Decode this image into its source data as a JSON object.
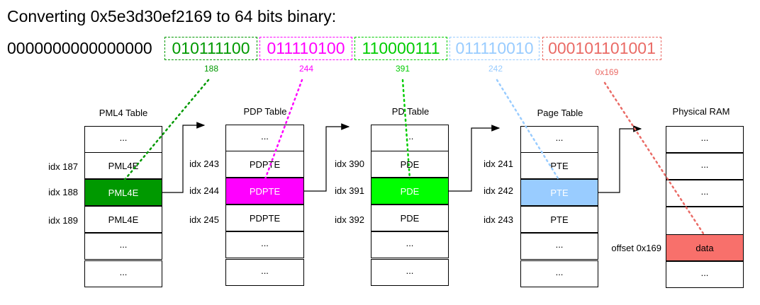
{
  "title": "Converting 0x5e3d30ef2169 to 64 bits binary:",
  "binary": {
    "prefix": "0000000000000000",
    "segments": [
      {
        "bits": "010111100",
        "value": "188",
        "color": "#009900"
      },
      {
        "bits": "011110100",
        "value": "244",
        "color": "#ff00ff"
      },
      {
        "bits": "110000111",
        "value": "391",
        "color": "#00cc00"
      },
      {
        "bits": "011110010",
        "value": "242",
        "color": "#99ccff"
      },
      {
        "bits": "000101101001",
        "value": "0x169",
        "color": "#ea6b66"
      }
    ]
  },
  "tables": [
    {
      "title": "PML4 Table",
      "highlight_color": "#009900",
      "highlight_text_color": "#ffffff",
      "cells": [
        "...",
        "PML4E",
        "PML4E",
        "PML4E",
        "...",
        "..."
      ],
      "labels": [
        "idx 187",
        "idx 188",
        "idx 189"
      ]
    },
    {
      "title": "PDP Table",
      "highlight_color": "#ff00ff",
      "highlight_text_color": "#ffffff",
      "cells": [
        "...",
        "PDPTE",
        "PDPTE",
        "PDPTE",
        "...",
        "..."
      ],
      "labels": [
        "idx 243",
        "idx 244",
        "idx 245"
      ]
    },
    {
      "title": "PD Table",
      "highlight_color": "#00ff00",
      "highlight_text_color": "#ffffff",
      "cells": [
        "...",
        "PDE",
        "PDE",
        "PDE",
        "...",
        "..."
      ],
      "labels": [
        "idx 390",
        "idx 391",
        "idx 392"
      ]
    },
    {
      "title": "Page Table",
      "highlight_color": "#99ccff",
      "highlight_text_color": "#ffffff",
      "cells": [
        "...",
        "PTE",
        "PTE",
        "PTE",
        "...",
        "..."
      ],
      "labels": [
        "idx 241",
        "idx 242",
        "idx 243"
      ]
    }
  ],
  "ram": {
    "title": "Physical RAM",
    "cells": [
      "...",
      "...",
      "...",
      "data",
      "..."
    ],
    "offset_label": "offset 0x169",
    "data_color": "#f8706b"
  }
}
